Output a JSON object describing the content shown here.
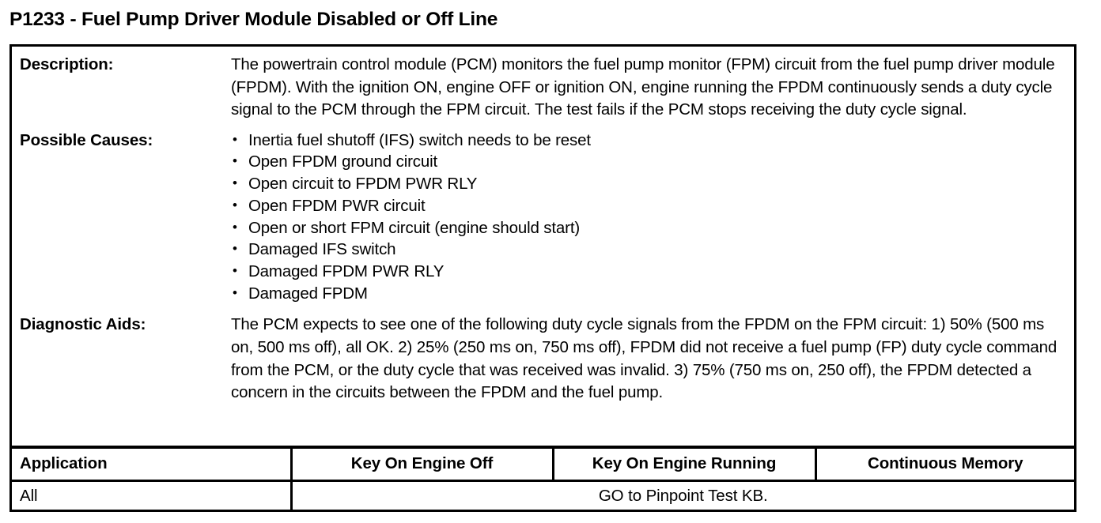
{
  "title": "P1233 - Fuel Pump Driver Module Disabled or Off Line",
  "sections": {
    "description": {
      "label": "Description:",
      "text": "The powertrain control module (PCM) monitors the fuel pump monitor (FPM) circuit from the fuel pump driver module (FPDM). With the ignition ON, engine OFF or ignition ON, engine running the FPDM continuously sends a duty cycle signal to the PCM through the FPM circuit. The test fails if the PCM stops receiving the duty cycle signal."
    },
    "possible_causes": {
      "label": "Possible Causes:",
      "items": [
        "Inertia fuel shutoff (IFS) switch needs to be reset",
        "Open FPDM ground circuit",
        "Open circuit to FPDM PWR RLY",
        "Open FPDM PWR circuit",
        "Open or short FPM circuit (engine should start)",
        "Damaged IFS switch",
        "Damaged FPDM PWR RLY",
        "Damaged FPDM"
      ]
    },
    "diagnostic_aids": {
      "label": "Diagnostic Aids:",
      "text": "The PCM expects to see one of the following duty cycle signals from the FPDM on the FPM circuit: 1) 50% (500 ms on, 500 ms off), all OK. 2) 25% (250 ms on, 750 ms off), FPDM did not receive a fuel pump (FP) duty cycle command from the PCM, or the duty cycle that was received was invalid. 3) 75% (750 ms on, 250 off), the FPDM detected a concern in the circuits between the FPDM and the fuel pump."
    }
  },
  "application_table": {
    "headers": {
      "application": "Application",
      "key_on_engine_off": "Key On Engine Off",
      "key_on_engine_running": "Key On Engine Running",
      "continuous_memory": "Continuous Memory"
    },
    "rows": [
      {
        "application": "All",
        "action": "GO to Pinpoint Test KB."
      }
    ]
  },
  "colors": {
    "text": "#000000",
    "background": "#ffffff",
    "border": "#000000"
  }
}
